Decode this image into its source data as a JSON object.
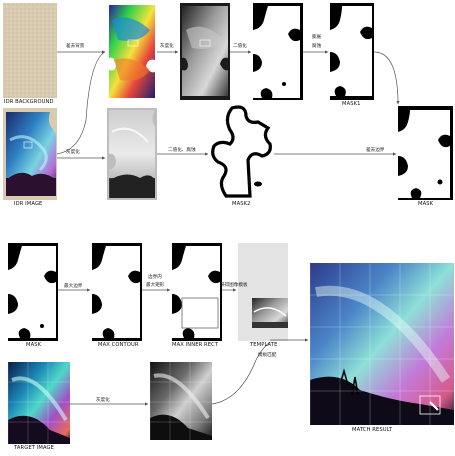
{
  "labels": {
    "idr_background": "IDR BACKGROUND",
    "idr_image": "IDR IMAGE",
    "mask1": "MASK1",
    "mask2": "MASK2",
    "mask_top": "MASK",
    "mask_bottom": "MASK",
    "max_contour": "MAX CONTOUR",
    "max_inner_rect": "MAX INNER RECT",
    "template": "TEMPLATE",
    "target_image": "TARGET IMAGE",
    "match_result": "MATCH RESULT"
  },
  "steps": {
    "remove_background": "差去背景",
    "grayscale_1": "灰度化",
    "binarize": "二值化",
    "dilate": "膨胀",
    "erode": "腐蚀",
    "grayscale_2": "灰度化",
    "binarize_erode": "二值化、腐蚀",
    "remove_border": "差去边界",
    "max_border": "最大边界",
    "inner_rect_1": "边界内",
    "inner_rect_2": "最大矩形",
    "crop_template": "获得图像模板",
    "grayscale_3": "灰度化",
    "template_match": "模板匹配"
  }
}
